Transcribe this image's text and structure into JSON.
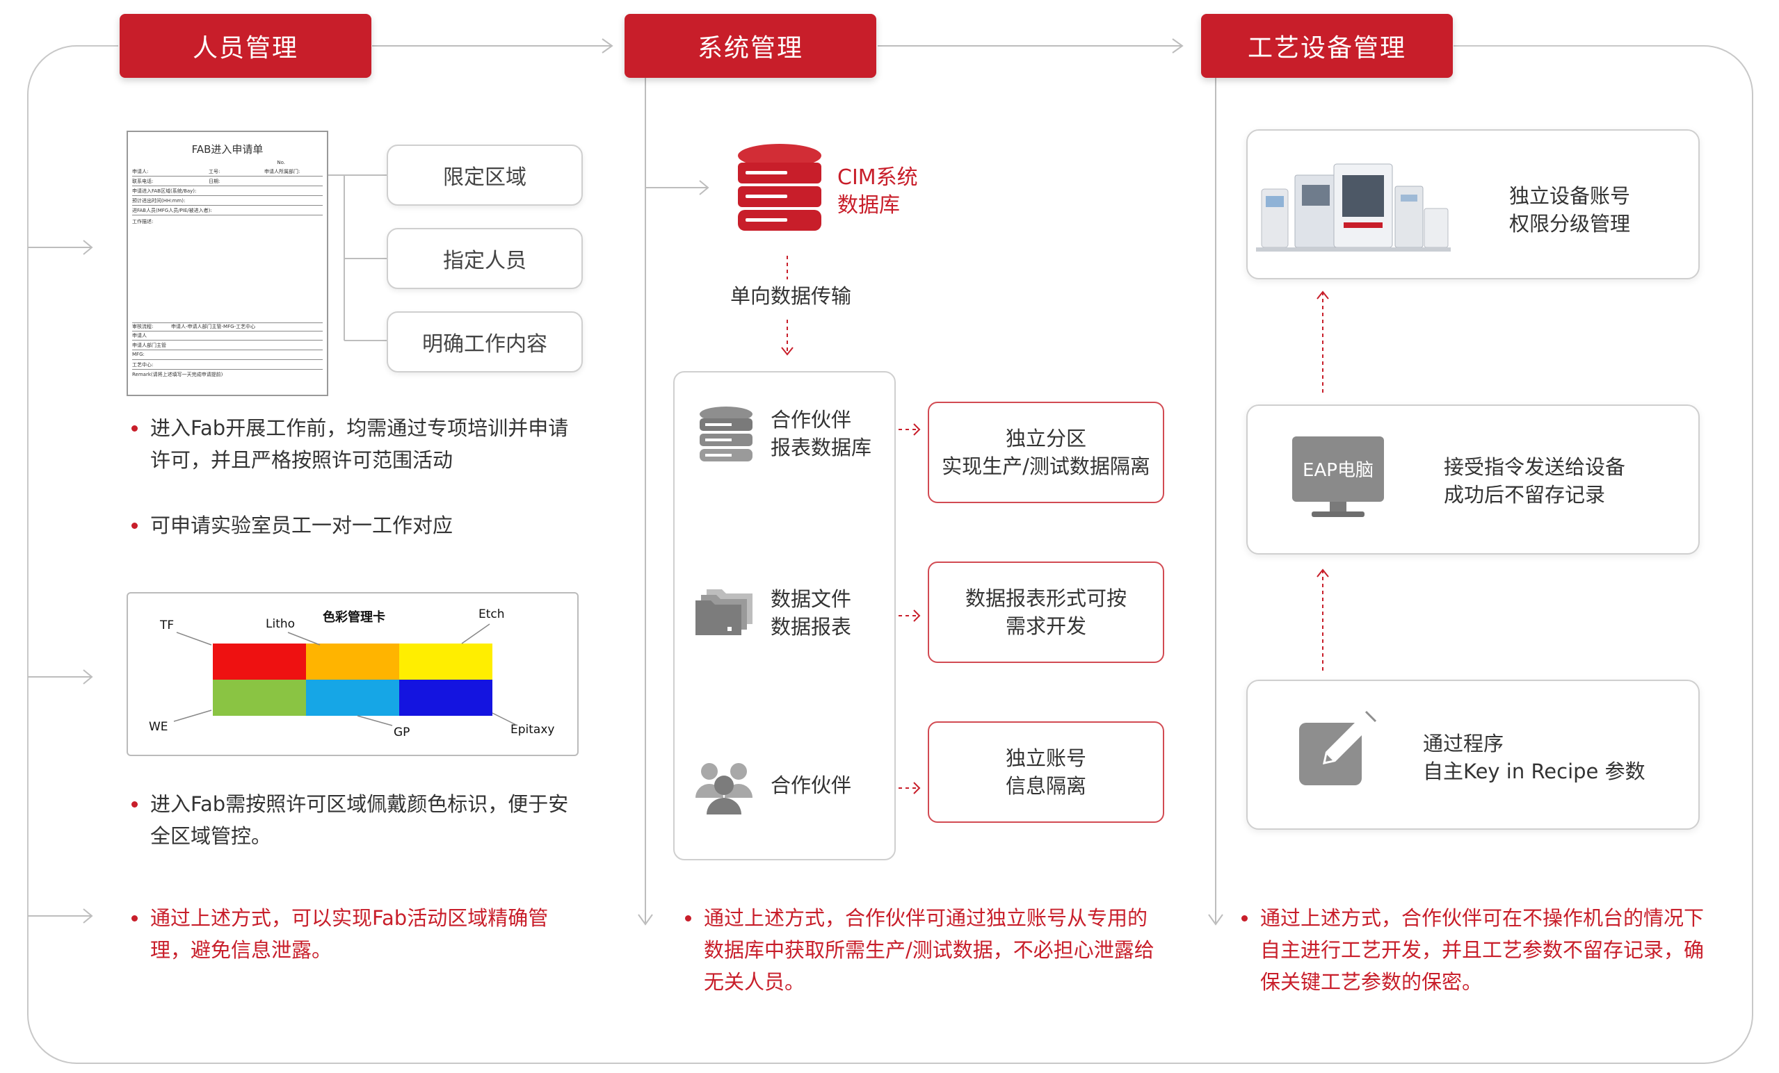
{
  "colors": {
    "accent": "#c81e2a",
    "line": "#bdbdbd",
    "dotted": "#c81e2a"
  },
  "headers": [
    "人员管理",
    "系统管理",
    "工艺设备管理"
  ],
  "personnel": {
    "form": {
      "title": "FAB进入申请单",
      "no": "No.",
      "rows": [
        "申请人:",
        "工号:",
        "申请人所属部门:",
        "联系电话:",
        "日期:",
        "申请进入FAB区域(系统/Bay):",
        "预计进出时间(HH:mm):",
        "进FAB人员(MFG人员/PIE/被进入者):",
        "工作描述:",
        "审核流程:",
        "申请人",
        "申请人部门主管",
        "MFG:",
        "工艺中心:",
        "Remark:"
      ],
      "flow": "申请人-申请人部门主管-MFG-工艺中心",
      "remark": "Remark(请将上述填写一天完成申请提前)"
    },
    "options": [
      "限定区域",
      "指定人员",
      "明确工作内容"
    ],
    "bullet1": "进入Fab开展工作前，均需通过专项培训并申请许可，并且严格按照许可范围活动",
    "bullet2": "可申请实验室员工一对一工作对应",
    "colorcard": {
      "title": "色彩管理卡",
      "labels": [
        "TF",
        "Litho",
        "Etch",
        "WE",
        "GP",
        "Epitaxy"
      ],
      "colors": [
        "#ee1111",
        "#ffb400",
        "#ffee00",
        "#8ac443",
        "#16a6e6",
        "#1414e0"
      ]
    },
    "bullet3": "进入Fab需按照许可区域佩戴颜色标识，便于安全区域管控。",
    "summary": "通过上述方式，可以实现Fab活动区域精确管理，避免信息泄露。"
  },
  "system": {
    "cim": [
      "CIM系统",
      "数据库"
    ],
    "oneway": "单向数据传输",
    "items": [
      [
        "合作伙伴",
        "报表数据库"
      ],
      [
        "数据文件",
        "数据报表"
      ],
      [
        "合作伙伴"
      ]
    ],
    "results": [
      [
        "独立分区",
        "实现生产/测试数据隔离"
      ],
      [
        "数据报表形式可按",
        "需求开发"
      ],
      [
        "独立账号",
        "信息隔离"
      ]
    ],
    "summary": "通过上述方式，合作伙伴可通过独立账号从专用的数据库中获取所需生产/测试数据，不必担心泄露给无关人员。"
  },
  "equipment": {
    "cards": [
      [
        "独立设备账号",
        "权限分级管理"
      ],
      [
        "接受指令发送给设备",
        "成功后不留存记录"
      ],
      [
        "通过程序",
        "自主Key in Recipe 参数"
      ]
    ],
    "eap": "EAP电脑",
    "summary": "通过上述方式，合作伙伴可在不操作机台的情况下自主进行工艺开发，并且工艺参数不留存记录，确保关键工艺参数的保密。"
  }
}
